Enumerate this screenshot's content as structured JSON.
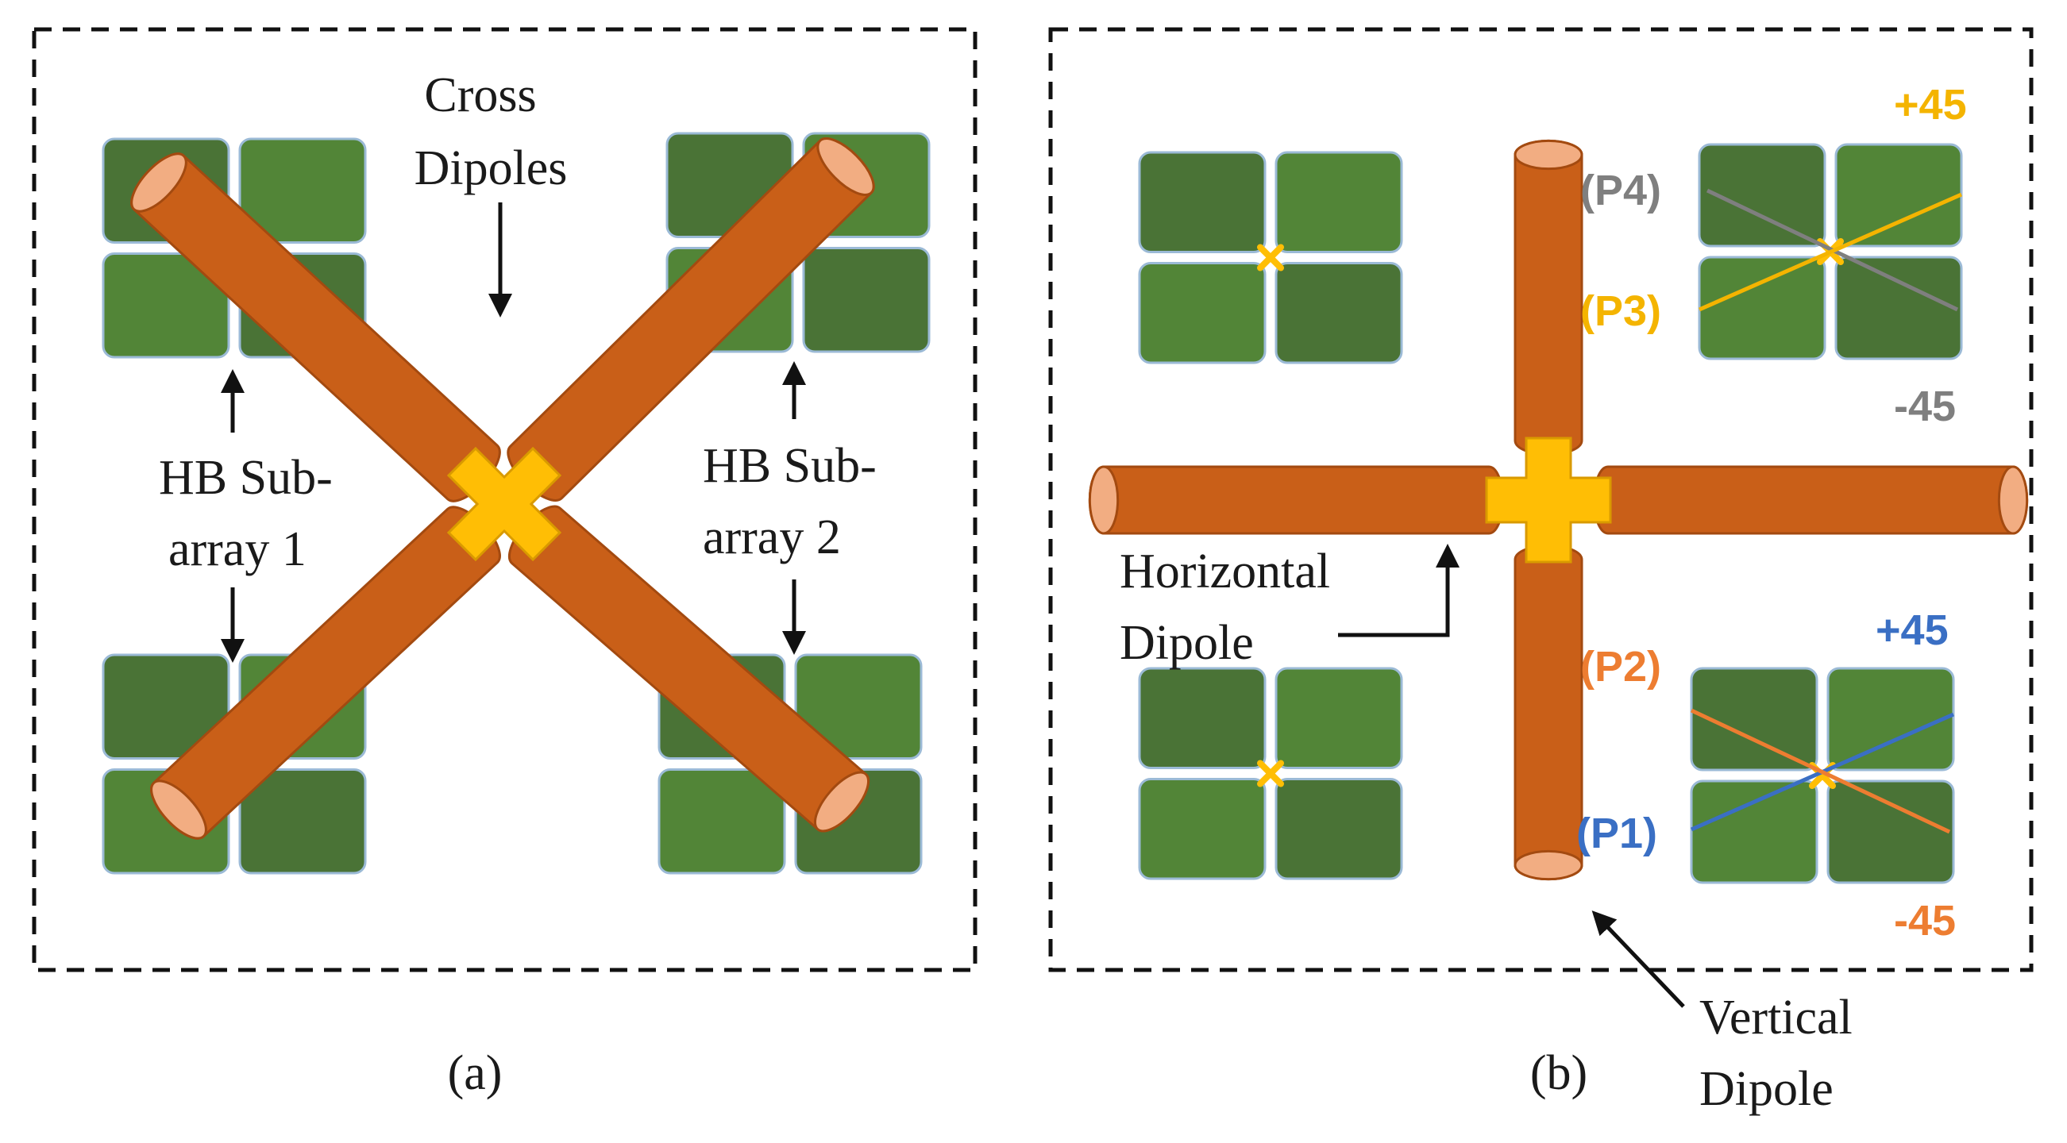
{
  "panels": {
    "a": {
      "caption": "(a)",
      "label_cross": [
        "Cross",
        "Dipoles"
      ],
      "label_sub1": [
        "HB Sub-",
        "array 1"
      ],
      "label_sub2": [
        "HB Sub-",
        "array 2"
      ]
    },
    "b": {
      "caption": "(b)",
      "label_horizontal": [
        "Horizontal",
        "Dipole"
      ],
      "label_vertical": [
        "Vertical",
        "Dipole"
      ],
      "ports": {
        "p4": "(P4)",
        "p3": "(P3)",
        "p2": "(P2)",
        "p1": "(P1)"
      },
      "angles": {
        "top_plus": "+45",
        "top_minus": "-45",
        "bottom_plus": "+45",
        "bottom_minus": "-45"
      }
    }
  },
  "colors": {
    "patch_dark": "#4a7336",
    "patch_light": "#528537",
    "patch_border": "#9bbad6",
    "dipole": "#c95f18",
    "dipole_edge": "#a34a10",
    "dipole_end": "#f2ad82",
    "feed": "#ffbe05",
    "port_gray": "#7f7f7f",
    "port_yellow": "#f4b400",
    "port_orange": "#ed7d31",
    "port_blue": "#3a6fc4"
  },
  "icons": {
    "arrow": "arrow-icon",
    "feed": "cross-feed-icon"
  }
}
